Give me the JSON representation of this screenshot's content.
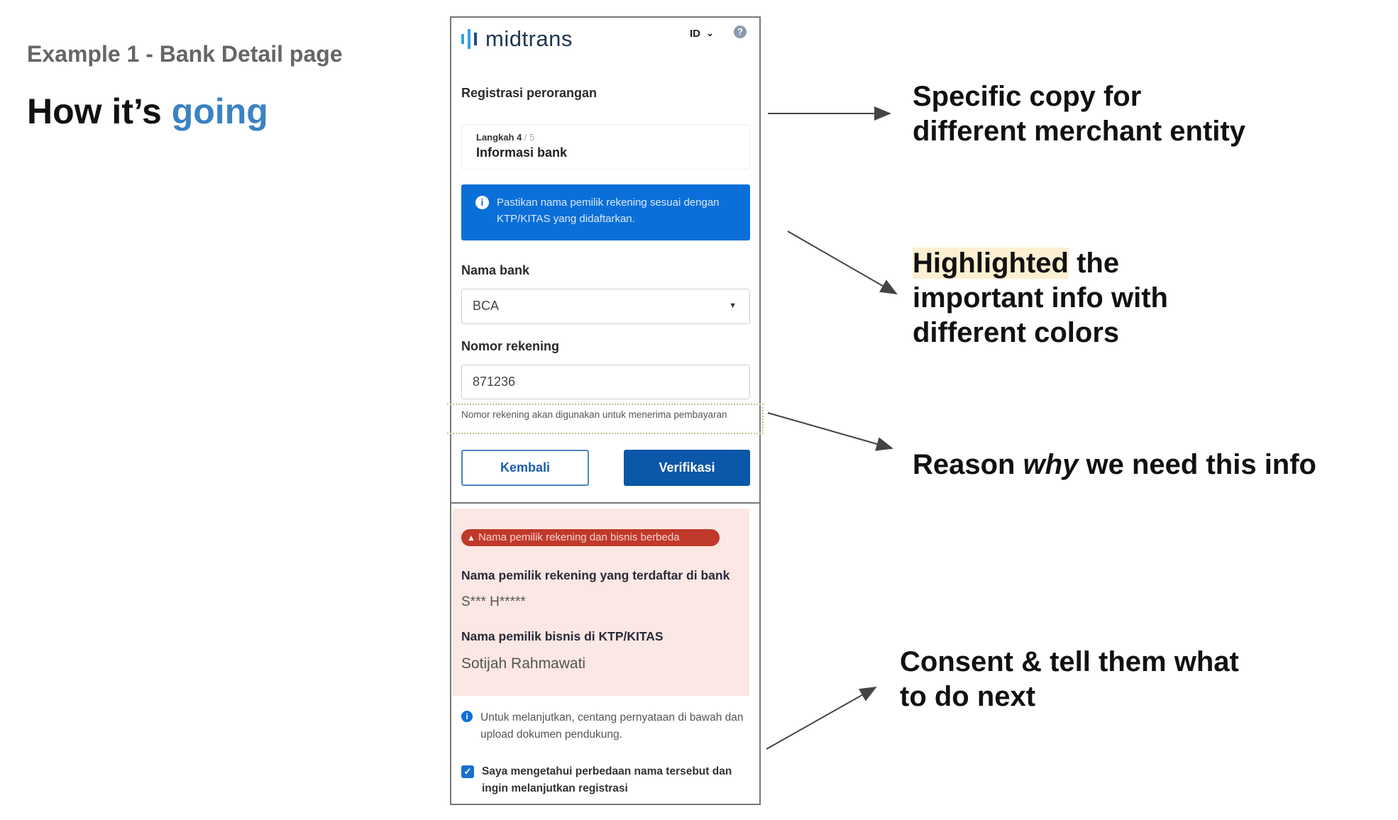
{
  "slide": {
    "eyebrow": "Example 1 - Bank Detail page",
    "headline_prefix": "How it’s ",
    "headline_accent": "going"
  },
  "app": {
    "brand": "midtrans",
    "language": "ID",
    "page_title": "Registrasi perorangan",
    "step_label": "Langkah 4",
    "step_total": "/ 5",
    "step_name": "Informasi bank",
    "info_banner": "Pastikan nama pemilik rekening sesuai dengan KTP/KITAS yang didaftarkan.",
    "bank_label": "Nama bank",
    "bank_value": "BCA",
    "account_label": "Nomor rekening",
    "account_value": "871236",
    "account_helper": "Nomor rekening akan digunakan untuk menerima pembayaran",
    "back_button": "Kembali",
    "verify_button": "Verifikasi",
    "warning_badge": "Nama pemilik rekening dan bisnis berbeda",
    "bank_owner_label": "Nama pemilik rekening yang terdaftar di bank",
    "bank_owner_value": "S*** H*****",
    "ktp_owner_label": "Nama pemilik bisnis di KTP/KITAS",
    "ktp_owner_value": "Sotijah Rahmawati",
    "continue_info": "Untuk melanjutkan, centang pernyataan di bawah dan upload dokumen pendukung.",
    "consent_label": "Saya mengetahui perbedaan nama tersebut dan ingin melanjutkan registrasi",
    "consent_checked": true
  },
  "annotations": {
    "a1_line1": "Specific copy for",
    "a1_line2": "different merchant entity",
    "a2_highlight": "Highlighted",
    "a2_rest1": " the",
    "a2_line2": "important info with",
    "a2_line3": "different colors",
    "a3_prefix": "Reason ",
    "a3_italic": "why",
    "a3_suffix": " we need this info",
    "a4_line1": "Consent & tell them what",
    "a4_line2": "to do next"
  },
  "colors": {
    "primary": "#0a6fd8",
    "button": "#0b57a8",
    "danger": "#c0392b",
    "pink": "#fbe7e3",
    "highlight": "#fdf0d2"
  }
}
